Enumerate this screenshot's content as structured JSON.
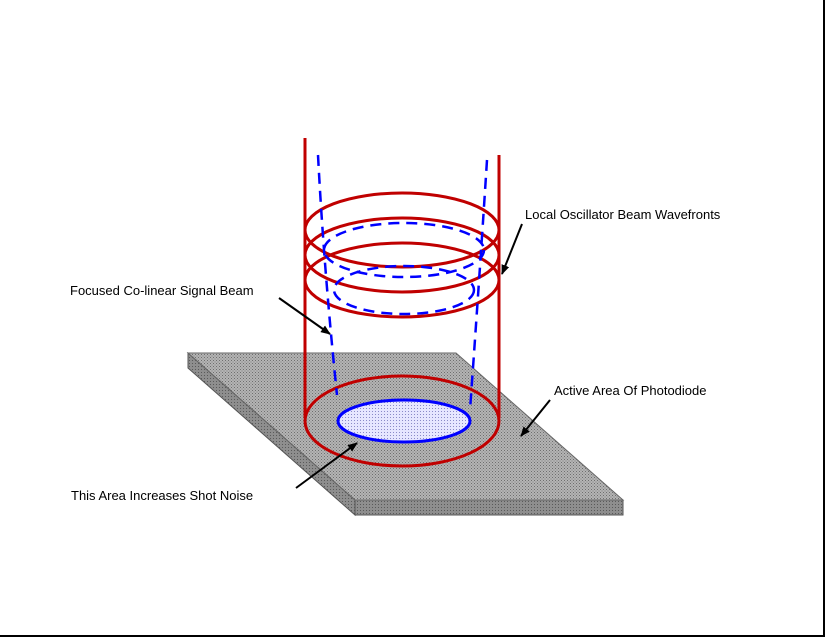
{
  "labels": {
    "local_oscillator": "Local Oscillator Beam Wavefronts",
    "signal_beam": "Focused Co-linear Signal Beam",
    "active_area": "Active Area Of Photodiode",
    "shot_noise": "This Area Increases Shot Noise"
  },
  "colors": {
    "local_oscillator_beam": "#c00000",
    "signal_beam": "#0000ff",
    "photodiode": "#a0a0a0",
    "shot_noise_area": "#c8c8ff"
  }
}
